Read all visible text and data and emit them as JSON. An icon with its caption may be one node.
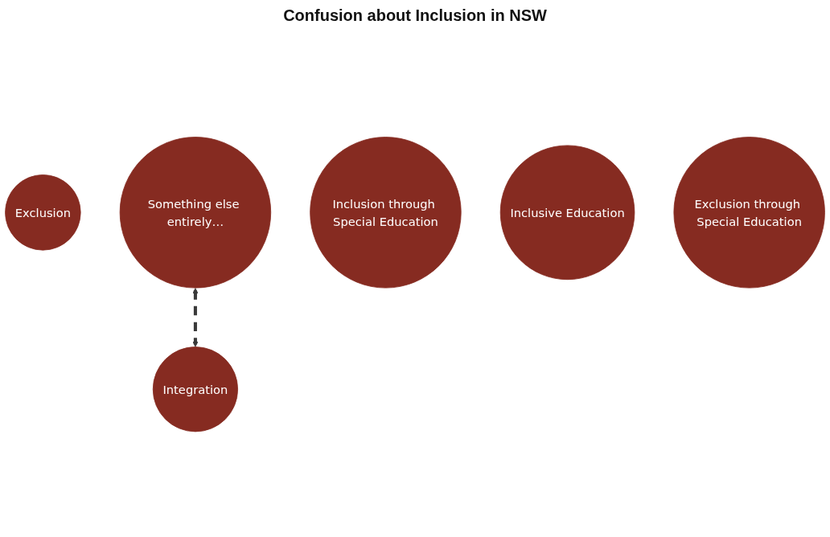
{
  "diagram": {
    "nodes": [
      {
        "text": [
          "Exclusion"
        ]
      },
      {
        "text": [
          "Something else entirely…"
        ]
      },
      {
        "text": [
          "Inclusion through Special Education"
        ]
      },
      {
        "text": [
          "Inclusive Education"
        ]
      },
      {
        "text": [
          "Exclusion through Special Education"
        ]
      },
      {
        "text": [
          "Integration"
        ]
      }
    ],
    "edges": [
      {
        "from": 1,
        "to": 5,
        "arrow": "both",
        "style": "dashed"
      }
    ],
    "labels": [
      "Confusion about Inclusion in NSW"
    ]
  }
}
